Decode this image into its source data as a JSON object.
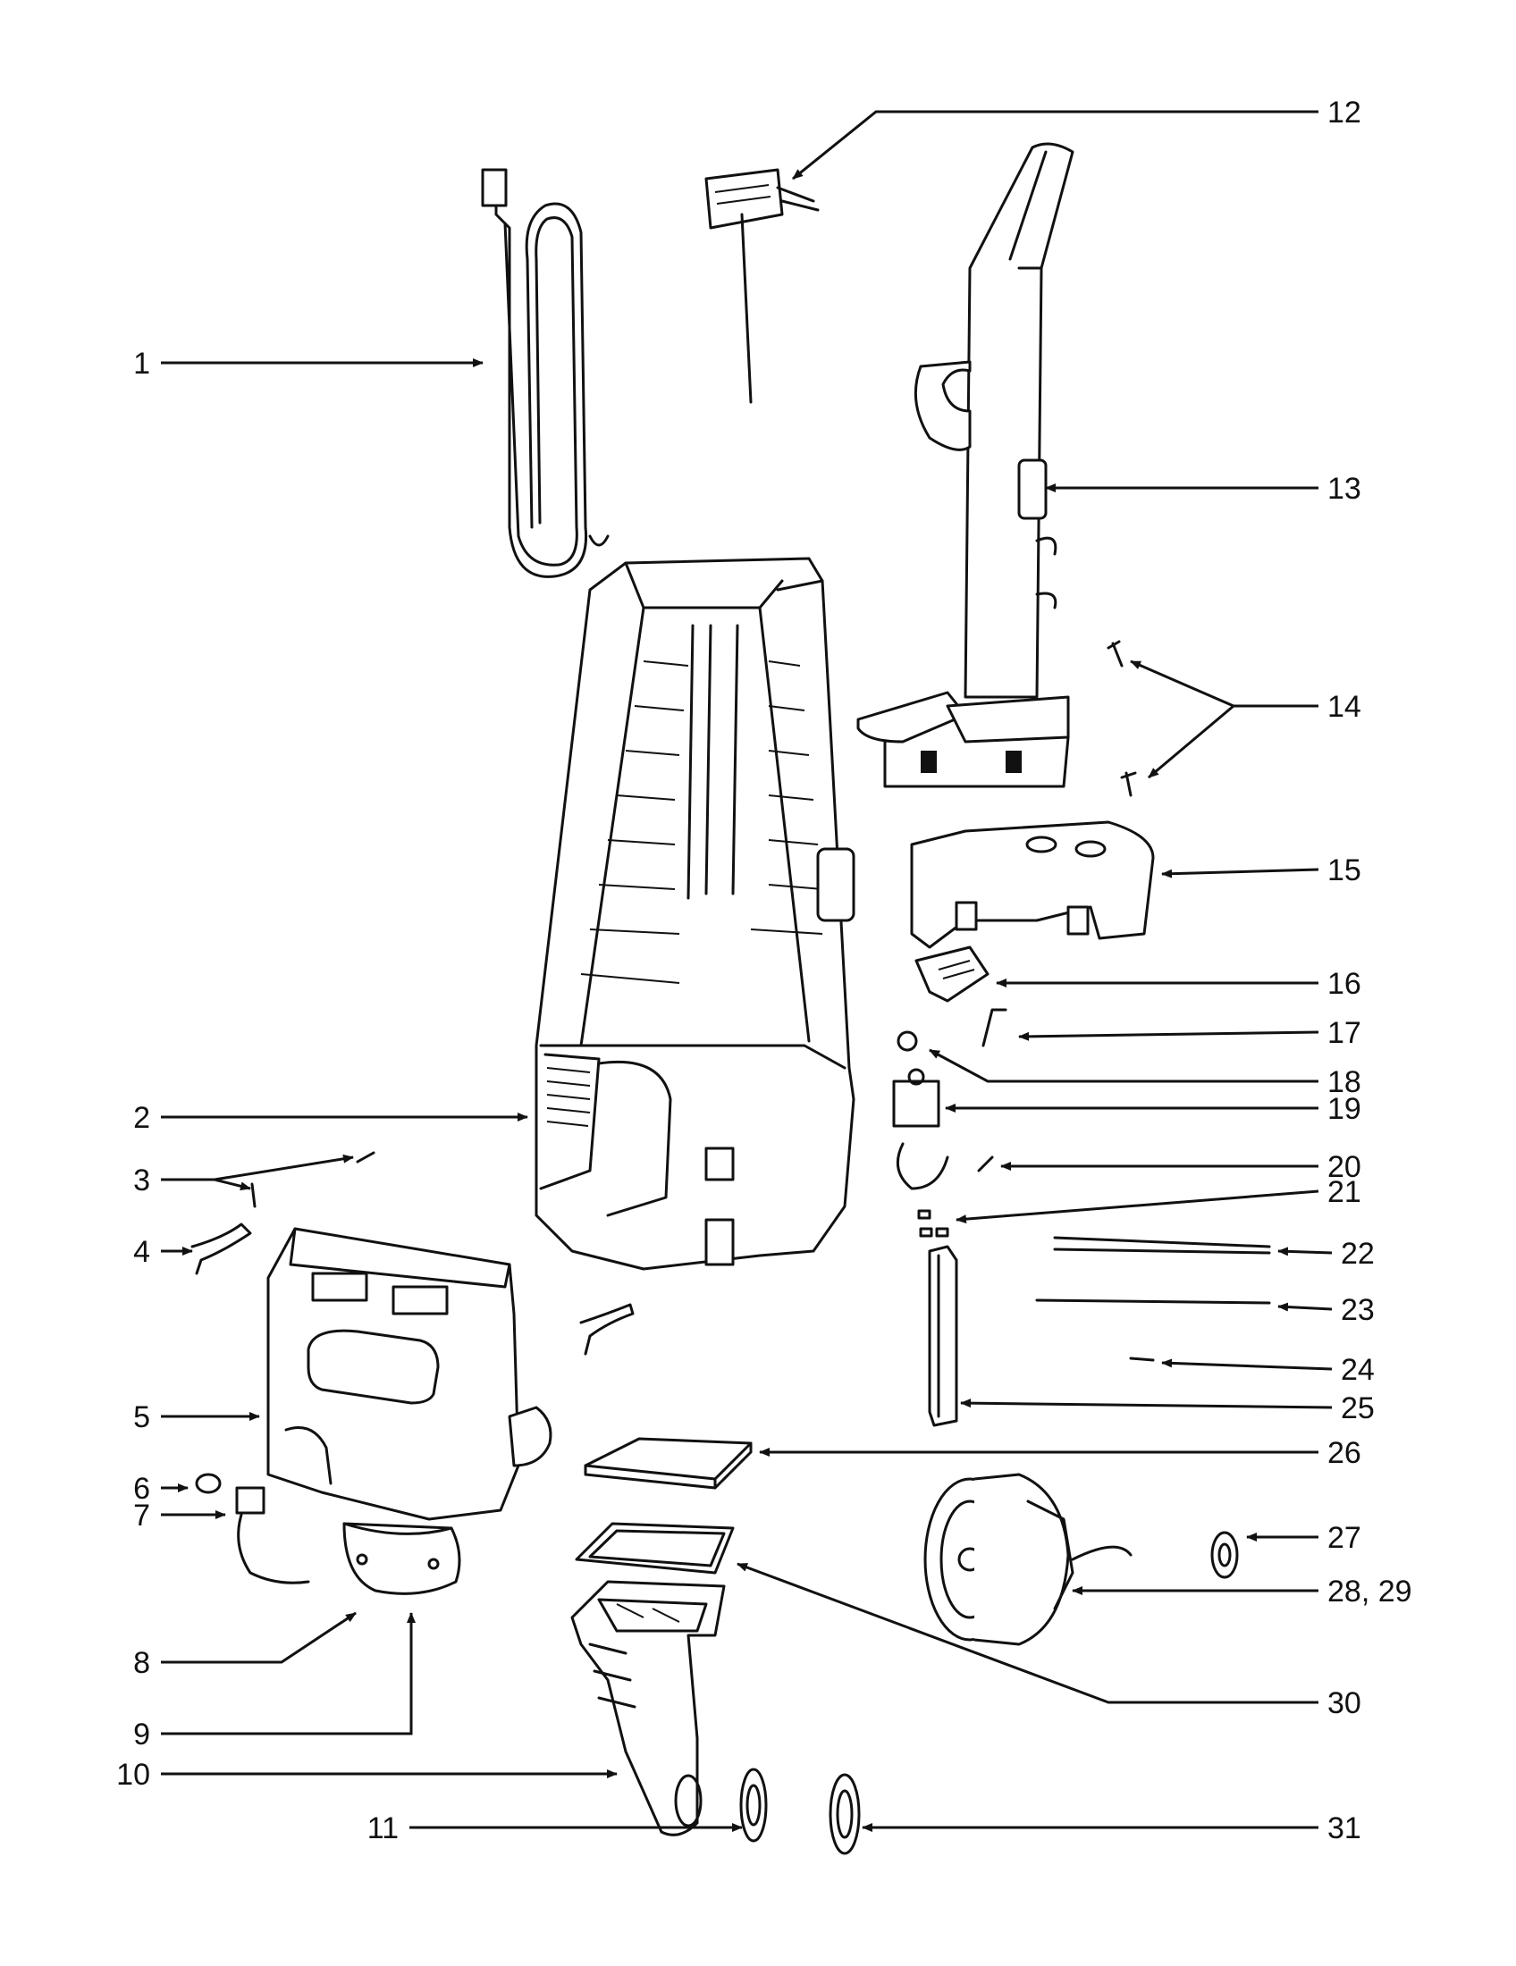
{
  "callouts": [
    {
      "id": "1",
      "label": "1"
    },
    {
      "id": "2",
      "label": "2"
    },
    {
      "id": "3",
      "label": "3"
    },
    {
      "id": "4",
      "label": "4"
    },
    {
      "id": "5",
      "label": "5"
    },
    {
      "id": "6",
      "label": "6"
    },
    {
      "id": "7",
      "label": "7"
    },
    {
      "id": "8",
      "label": "8"
    },
    {
      "id": "9",
      "label": "9"
    },
    {
      "id": "10",
      "label": "10"
    },
    {
      "id": "11",
      "label": "11"
    },
    {
      "id": "12",
      "label": "12"
    },
    {
      "id": "13",
      "label": "13"
    },
    {
      "id": "14",
      "label": "14"
    },
    {
      "id": "15",
      "label": "15"
    },
    {
      "id": "16",
      "label": "16"
    },
    {
      "id": "17",
      "label": "17"
    },
    {
      "id": "18",
      "label": "18"
    },
    {
      "id": "19",
      "label": "19"
    },
    {
      "id": "20",
      "label": "20"
    },
    {
      "id": "21",
      "label": "21"
    },
    {
      "id": "22",
      "label": "22"
    },
    {
      "id": "23",
      "label": "23"
    },
    {
      "id": "24",
      "label": "24"
    },
    {
      "id": "25",
      "label": "25"
    },
    {
      "id": "26",
      "label": "26"
    },
    {
      "id": "27",
      "label": "27"
    },
    {
      "id": "28-29",
      "label": "28, 29"
    },
    {
      "id": "30",
      "label": "30"
    },
    {
      "id": "31",
      "label": "31"
    }
  ]
}
